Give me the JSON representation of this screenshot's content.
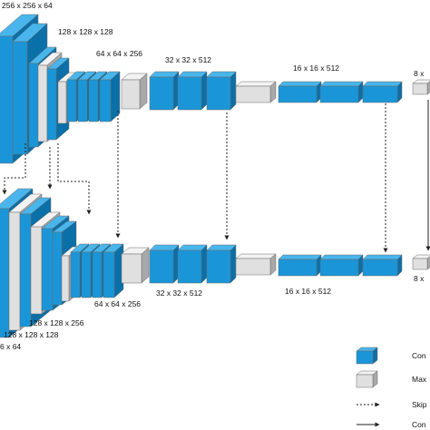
{
  "colors": {
    "conv_front": "#1a96d8",
    "conv_top": "#48b6ec",
    "conv_side": "#0b6fa8",
    "pool_front": "#e0e0e0",
    "pool_top": "#f3f3f3",
    "pool_side": "#a8a8a8",
    "edge": "#6a6a6a",
    "line": "#222222"
  },
  "encoder_labels": {
    "l1": "256 x 256 x 64",
    "l2": "128 x 128 x 128",
    "l3": "64 x 64 x 256",
    "l4": "32 x 32 x 512",
    "l5": "16 x 16 x 512",
    "l6": "8 x"
  },
  "decoder_labels": {
    "l1": "6 x 64",
    "l2": "128 x 128 x 128",
    "l3": "128 x 128 x 256",
    "l4": "64 x 64 x 256",
    "l5": "32 x 32 x 512",
    "l6": "16 x 16 x 512",
    "l7": "8 x"
  },
  "legend": {
    "conv": "Con",
    "pool": "Max",
    "skip": "Skip",
    "conn": "Con"
  }
}
